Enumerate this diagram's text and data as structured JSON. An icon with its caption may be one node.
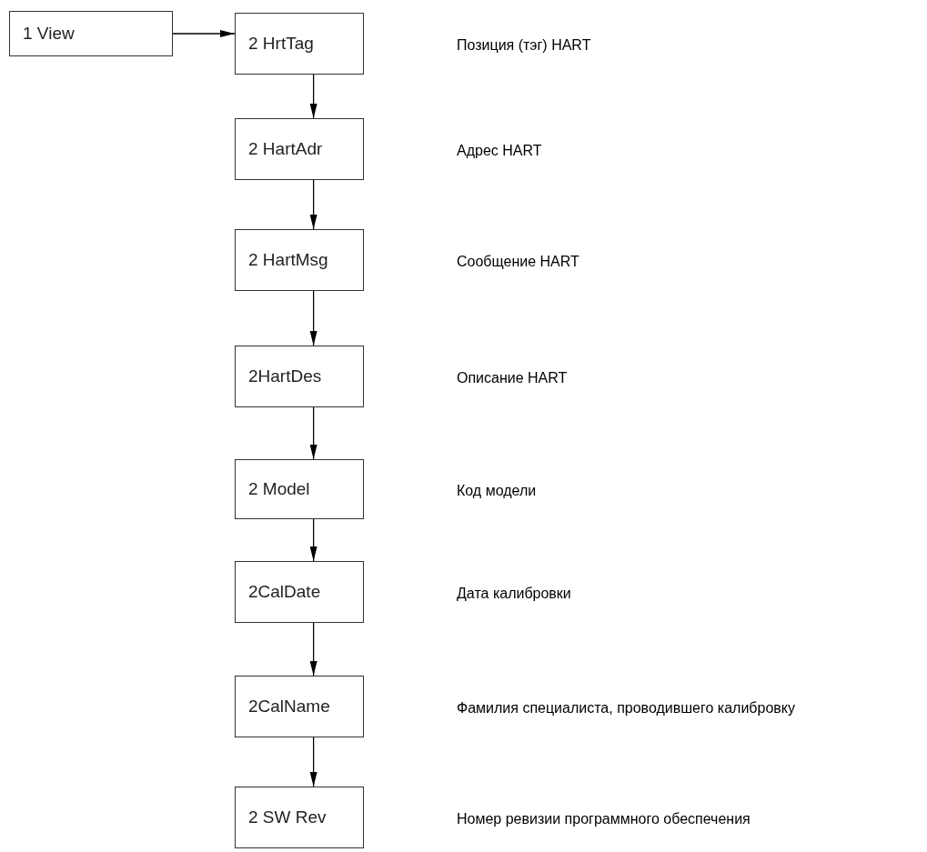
{
  "diagram": {
    "nodes": [
      {
        "text": [
          "1 View"
        ]
      },
      {
        "text": [
          "2 HrtTag"
        ]
      },
      {
        "text": [
          "2 HartAdr"
        ]
      },
      {
        "text": [
          "2 HartMsg"
        ]
      },
      {
        "text": [
          "2HartDes"
        ]
      },
      {
        "text": [
          "2 Model"
        ]
      },
      {
        "text": [
          "2CalDate"
        ]
      },
      {
        "text": [
          "2CalName"
        ]
      },
      {
        "text": [
          "2 SW Rev"
        ]
      }
    ],
    "edges": [
      {
        "from": 0,
        "to": 1,
        "arrow": "to"
      },
      {
        "from": 1,
        "to": 2,
        "arrow": "to"
      },
      {
        "from": 2,
        "to": 3,
        "arrow": "to"
      },
      {
        "from": 3,
        "to": 4,
        "arrow": "to"
      },
      {
        "from": 4,
        "to": 5,
        "arrow": "to"
      },
      {
        "from": 5,
        "to": 6,
        "arrow": "to"
      },
      {
        "from": 6,
        "to": 7,
        "arrow": "to"
      },
      {
        "from": 7,
        "to": 8,
        "arrow": "to"
      }
    ],
    "labels": [
      "Позиция (тэг) HART",
      "Адрес HART",
      "Сообщение HART",
      "Описание HART",
      "Код модели",
      "Дата калибровки",
      "Фамилия специалиста, проводившего калибровку",
      "Номер ревизии программного обеспечения"
    ]
  }
}
